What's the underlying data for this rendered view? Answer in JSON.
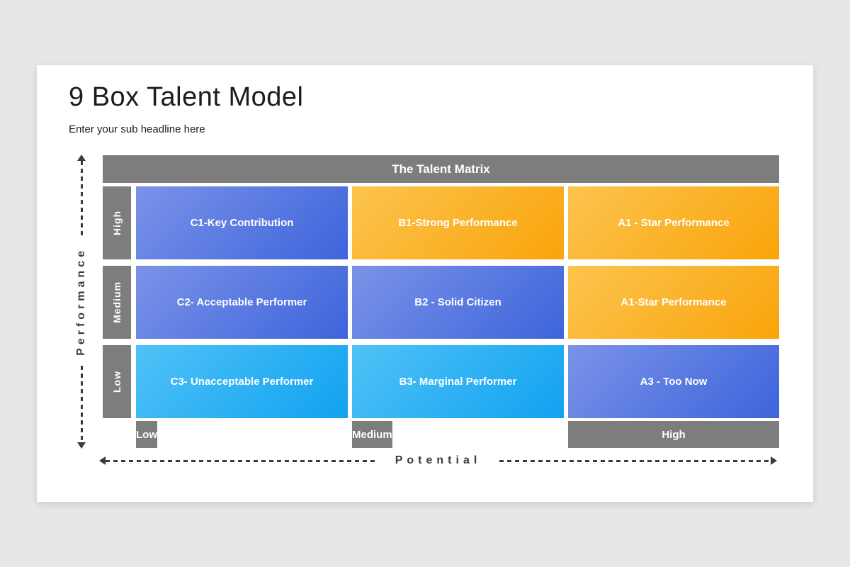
{
  "slide": {
    "title": "9 Box Talent Model",
    "subtitle": "Enter your sub headline here"
  },
  "matrix": {
    "header": "The Talent Matrix",
    "y_axis": {
      "label": "Performance",
      "row_labels": [
        "High",
        "Medium",
        "Low"
      ]
    },
    "x_axis": {
      "label": "Potential",
      "col_labels": [
        "Low",
        "Medium",
        "High"
      ]
    },
    "cells": [
      {
        "id": "C1",
        "label": "C1-Key Contribution",
        "color": "blue"
      },
      {
        "id": "B1",
        "label": "B1-Strong Performance",
        "color": "orange"
      },
      {
        "id": "A1",
        "label": "A1 - Star Performance",
        "color": "orange"
      },
      {
        "id": "C2",
        "label": "C2- Acceptable Performer",
        "color": "blue"
      },
      {
        "id": "B2",
        "label": "B2 - Solid Citizen",
        "color": "blue"
      },
      {
        "id": "A1b",
        "label": "A1-Star Performance",
        "color": "orange"
      },
      {
        "id": "C3",
        "label": "C3- Unacceptable Performer",
        "color": "lightblue"
      },
      {
        "id": "B3",
        "label": "B3- Marginal Performer",
        "color": "lightblue"
      },
      {
        "id": "A3",
        "label": "A3 - Too Now",
        "color": "blue"
      }
    ],
    "colors": {
      "blue_start": "#7b93e8",
      "blue_end": "#3d64db",
      "orange_start": "#fcc44f",
      "orange_end": "#f9a40a",
      "lightblue_start": "#4fc2f7",
      "lightblue_end": "#12a2f0",
      "gray": "#7d7d7d",
      "axis": "#3b3b3b"
    }
  }
}
